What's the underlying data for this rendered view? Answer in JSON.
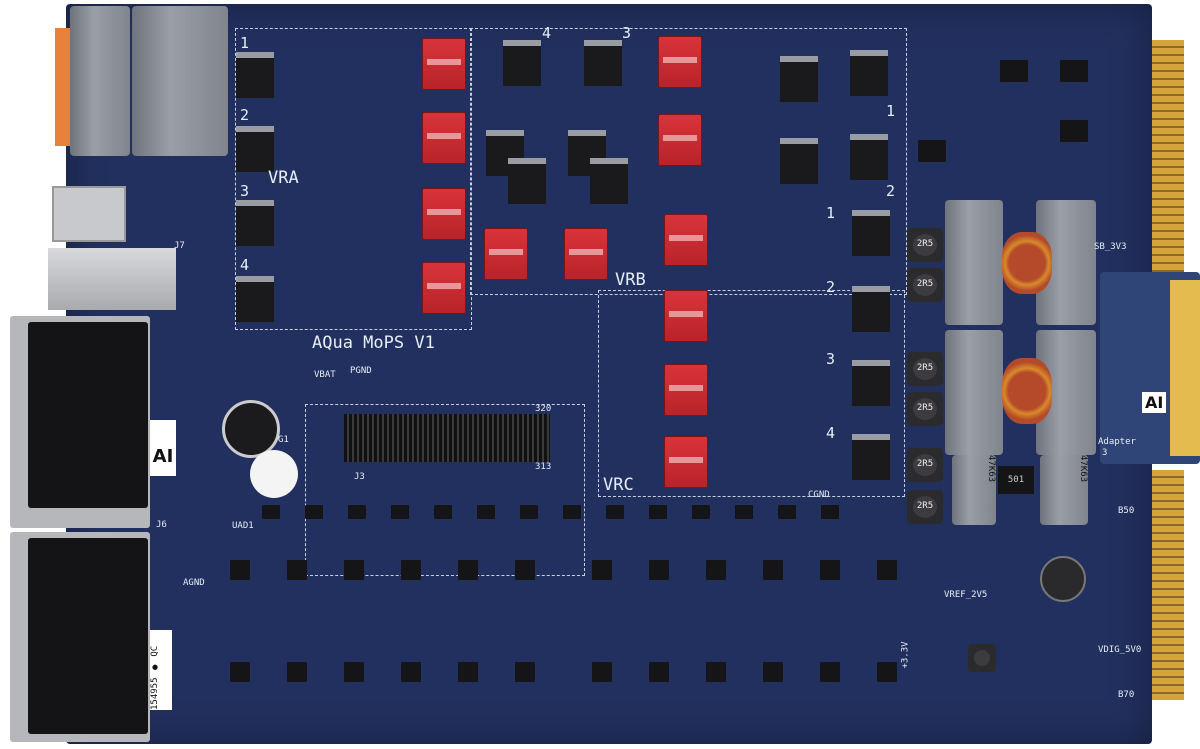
{
  "board": {
    "name": "AQua MoPS V1",
    "logo_text": "AI",
    "regions": [
      "VRA",
      "VRB",
      "VRC"
    ],
    "channel_numbers": [
      "1",
      "2",
      "3",
      "4"
    ],
    "connector_labels": {
      "j3": "J3",
      "j6": "J6",
      "j7": "J7",
      "pin_high": "320",
      "pin_low": "313",
      "g1": "G1"
    },
    "net_labels": {
      "vbat": "VBAT",
      "pgnd": "PGND",
      "cgnd": "CGND",
      "agnd": "AGND",
      "vref": "VREF_2V5",
      "uad": "UAD1",
      "b50": "B50",
      "b70": "B70",
      "p3v3": "+3.3V",
      "vdig": "VDIG_5V0",
      "sb": "SB_3V3"
    },
    "adapter": {
      "label": "Adapter",
      "number": "3",
      "logo_text": "AI"
    },
    "sticker": {
      "serial": "154955",
      "qc": "QC"
    },
    "inductor_marking": "2R5",
    "capacitor_marking": "47K63",
    "ic_marking": "501"
  },
  "colors": {
    "pcb": "#22305f",
    "gold": "#d6a23c",
    "module_red": "#d8343a",
    "transformer_gray": "#8a8e96",
    "coil_copper": "#c85a2a"
  }
}
